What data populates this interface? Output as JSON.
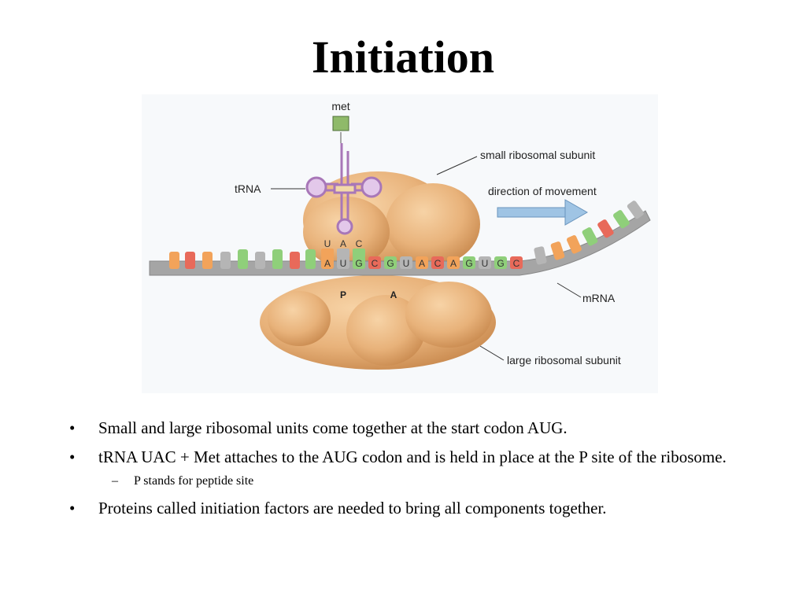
{
  "slide": {
    "title": "Initiation"
  },
  "figure": {
    "labels": {
      "met": "met",
      "trna": "tRNA",
      "small_subunit": "small ribosomal subunit",
      "direction": "direction of movement",
      "mrna": "mRNA",
      "large_subunit": "large ribosomal subunit",
      "p_site": "P",
      "a_site": "A"
    },
    "anticodon": [
      "U",
      "A",
      "C"
    ],
    "codons": [
      "A",
      "U",
      "G",
      "C",
      "G",
      "U",
      "A",
      "C",
      "A",
      "G",
      "U",
      "G",
      "C"
    ],
    "colors": {
      "ribosome": "#e8b27a",
      "trna": "#c79bd1",
      "met": "#8fba6a",
      "mrna_backbone": "#9a9a9a",
      "base_red": "#e86a5a",
      "base_green": "#8fcf7a",
      "base_orange": "#f2a35a",
      "base_gray": "#b5b5b5",
      "arrow": "#9fc4e4"
    }
  },
  "bullets": [
    {
      "text": "Small and large ribosomal units come together at the start codon AUG."
    },
    {
      "text": "tRNA UAC + Met attaches to the AUG codon and is held in place at the P site of the ribosome."
    }
  ],
  "sub_bullet": {
    "text": "P stands for peptide site"
  },
  "last_bullet": {
    "text": "Proteins called initiation factors are needed to bring all components together."
  }
}
